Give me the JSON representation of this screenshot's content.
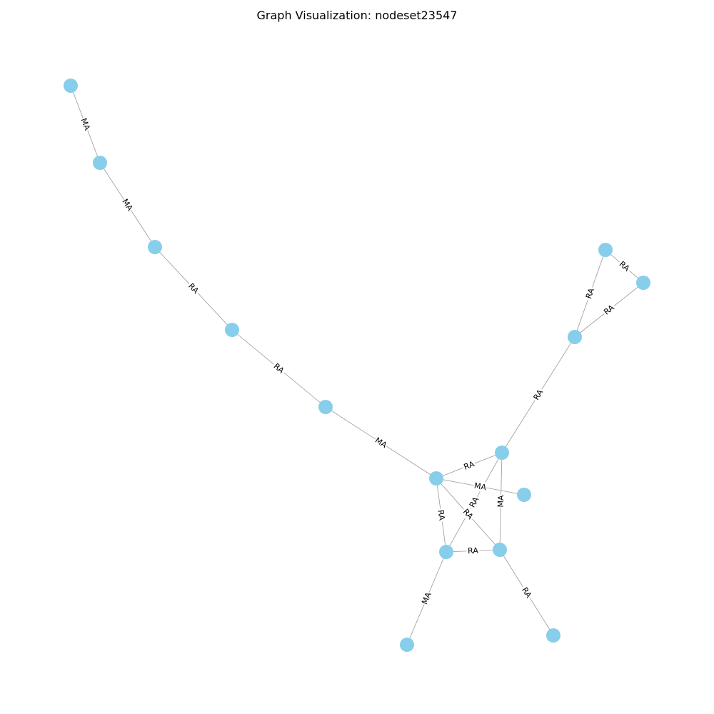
{
  "title": "Graph Visualization: nodeset23547",
  "colors": {
    "node_fill": "#87ceeb",
    "edge_stroke": "#999999",
    "label_text": "#000000",
    "background": "#ffffff"
  },
  "graph": {
    "nodes": [
      {
        "id": "n1"
      },
      {
        "id": "n2"
      },
      {
        "id": "n3"
      },
      {
        "id": "n4"
      },
      {
        "id": "n5"
      },
      {
        "id": "n6"
      },
      {
        "id": "n7"
      },
      {
        "id": "n8"
      },
      {
        "id": "n9"
      },
      {
        "id": "n10"
      },
      {
        "id": "n11"
      },
      {
        "id": "n12"
      },
      {
        "id": "n13"
      },
      {
        "id": "n14"
      },
      {
        "id": "n15"
      },
      {
        "id": "n16"
      }
    ],
    "edges": [
      {
        "source": "n1",
        "target": "n2",
        "label": "MA"
      },
      {
        "source": "n2",
        "target": "n3",
        "label": "MA"
      },
      {
        "source": "n3",
        "target": "n4",
        "label": "RA"
      },
      {
        "source": "n4",
        "target": "n5",
        "label": "RA"
      },
      {
        "source": "n5",
        "target": "n6",
        "label": "MA"
      },
      {
        "source": "n6",
        "target": "n7",
        "label": "RA"
      },
      {
        "source": "n6",
        "target": "n8",
        "label": "MA"
      },
      {
        "source": "n6",
        "target": "n9",
        "label": "RA"
      },
      {
        "source": "n6",
        "target": "n10",
        "label": "RA"
      },
      {
        "source": "n7",
        "target": "n9",
        "label": "RA"
      },
      {
        "source": "n7",
        "target": "n10",
        "label": "MA"
      },
      {
        "source": "n9",
        "target": "n10",
        "label": "RA"
      },
      {
        "source": "n9",
        "target": "n11",
        "label": "MA"
      },
      {
        "source": "n10",
        "target": "n12",
        "label": "RA"
      },
      {
        "source": "n7",
        "target": "n13",
        "label": "RA"
      },
      {
        "source": "n13",
        "target": "n14",
        "label": "RA"
      },
      {
        "source": "n13",
        "target": "n15",
        "label": "RA"
      },
      {
        "source": "n14",
        "target": "n15",
        "label": "RA"
      }
    ]
  }
}
